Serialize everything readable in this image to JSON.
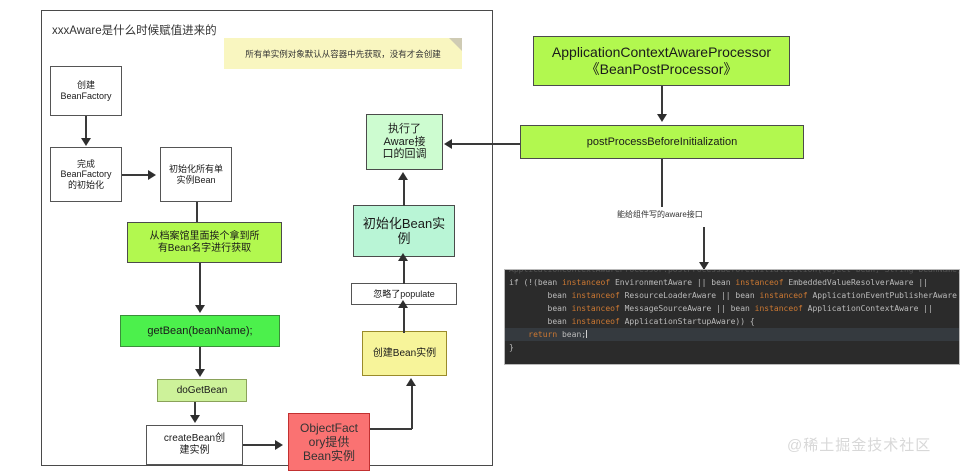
{
  "diagram": {
    "title": "xxxAware是什么时候赋值进来的",
    "note": "所有单实例对象默认从容器中先获取，没有才会创建",
    "middle_label": "能给组件写的aware接口",
    "watermark": "@稀土掘金技术社区"
  },
  "left_flow": {
    "create_bean_factory": "创建\nBeanFactory",
    "finish_bean_factory": "完成\nBeanFactory\n的初始化",
    "init_all_singletons": "初始化所有单\n实例Bean",
    "get_all_bean_names": "从档案馆里面挨个拿到所\n有Bean名字进行获取",
    "get_bean": "getBean(beanName);",
    "do_get_bean": "doGetBean",
    "create_bean": "createBean创\n建实例",
    "object_factory": "ObjectFact\nory提供\nBean实例",
    "create_bean_instance": "创建Bean实例",
    "skip_populate": "忽略了populate",
    "init_bean_instance": "初始化Bean实\n例",
    "aware_callback": "执行了\nAware接\n口的回调"
  },
  "right_flow": {
    "processor": "ApplicationContextAwareProcessor\n《BeanPostProcessor》",
    "post_process": "postProcessBeforeInitialization"
  },
  "code": {
    "lines": [
      {
        "cut": true,
        "selected": false,
        "tokens": [
          {
            "t": "ApplicationContextAwareProcessor.postProcessBeforeInitialization(Object bean, String beanName)",
            "c": "plain"
          }
        ]
      },
      {
        "cut": false,
        "selected": false,
        "tokens": [
          {
            "t": "if (!(bean ",
            "c": "plain"
          },
          {
            "t": "instanceof",
            "c": "kw"
          },
          {
            "t": " EnvironmentAware || bean ",
            "c": "plain"
          },
          {
            "t": "instanceof",
            "c": "kw"
          },
          {
            "t": " EmbeddedValueResolverAware ||",
            "c": "plain"
          }
        ]
      },
      {
        "cut": false,
        "selected": false,
        "tokens": [
          {
            "t": "        bean ",
            "c": "plain"
          },
          {
            "t": "instanceof",
            "c": "kw"
          },
          {
            "t": " ResourceLoaderAware || bean ",
            "c": "plain"
          },
          {
            "t": "instanceof",
            "c": "kw"
          },
          {
            "t": " ApplicationEventPublisherAware",
            "c": "plain"
          }
        ]
      },
      {
        "cut": false,
        "selected": false,
        "tokens": [
          {
            "t": "        bean ",
            "c": "plain"
          },
          {
            "t": "instanceof",
            "c": "kw"
          },
          {
            "t": " MessageSourceAware || bean ",
            "c": "plain"
          },
          {
            "t": "instanceof",
            "c": "kw"
          },
          {
            "t": " ApplicationContextAware ||",
            "c": "plain"
          }
        ]
      },
      {
        "cut": false,
        "selected": false,
        "tokens": [
          {
            "t": "        bean ",
            "c": "plain"
          },
          {
            "t": "instanceof",
            "c": "kw"
          },
          {
            "t": " ApplicationStartupAware)) {",
            "c": "plain"
          }
        ]
      },
      {
        "cut": false,
        "selected": true,
        "tokens": [
          {
            "t": "    ",
            "c": "plain"
          },
          {
            "t": "return",
            "c": "kw"
          },
          {
            "t": " bean;",
            "c": "plain"
          },
          {
            "t": "|",
            "c": "caret"
          }
        ]
      },
      {
        "cut": false,
        "selected": false,
        "tokens": [
          {
            "t": "}",
            "c": "plain"
          }
        ]
      }
    ]
  }
}
